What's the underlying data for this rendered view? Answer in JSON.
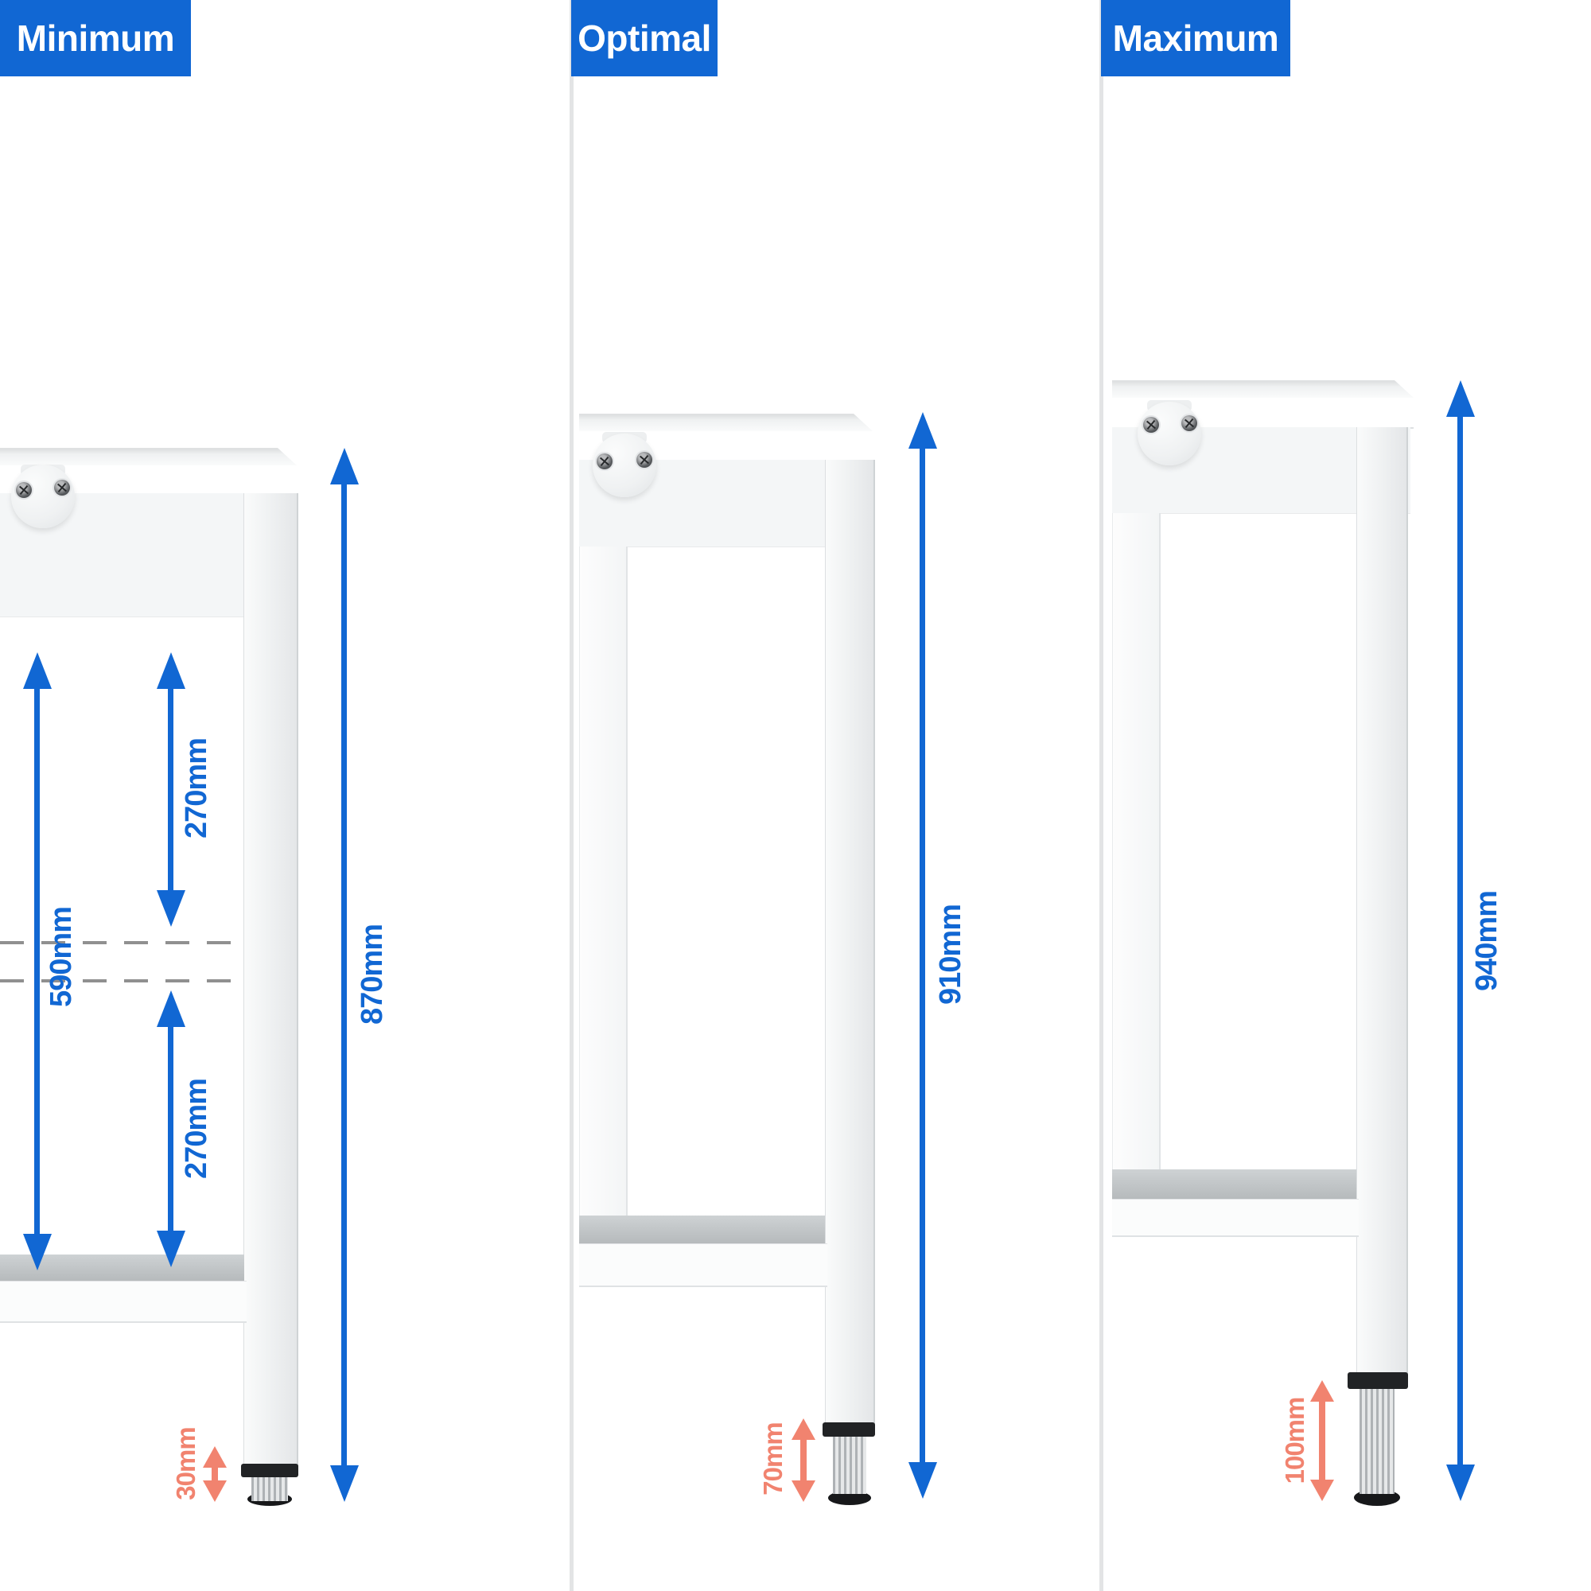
{
  "panels": [
    {
      "label": "Minimum",
      "overall_height": "870mm",
      "clearance_height": "590mm",
      "upper_span": "270mm",
      "lower_span": "270mm",
      "foot_extension": "30mm"
    },
    {
      "label": "Optimal",
      "overall_height": "910mm",
      "foot_extension": "70mm"
    },
    {
      "label": "Maximum",
      "overall_height": "940mm",
      "foot_extension": "100mm"
    }
  ],
  "colors": {
    "dimension_blue": "#1167d3",
    "badge_blue": "#1167d3",
    "foot_dimension_orange": "#f1836f",
    "dashed_line_gray": "#909090",
    "panel_divider_gray": "#e3e4e5"
  }
}
